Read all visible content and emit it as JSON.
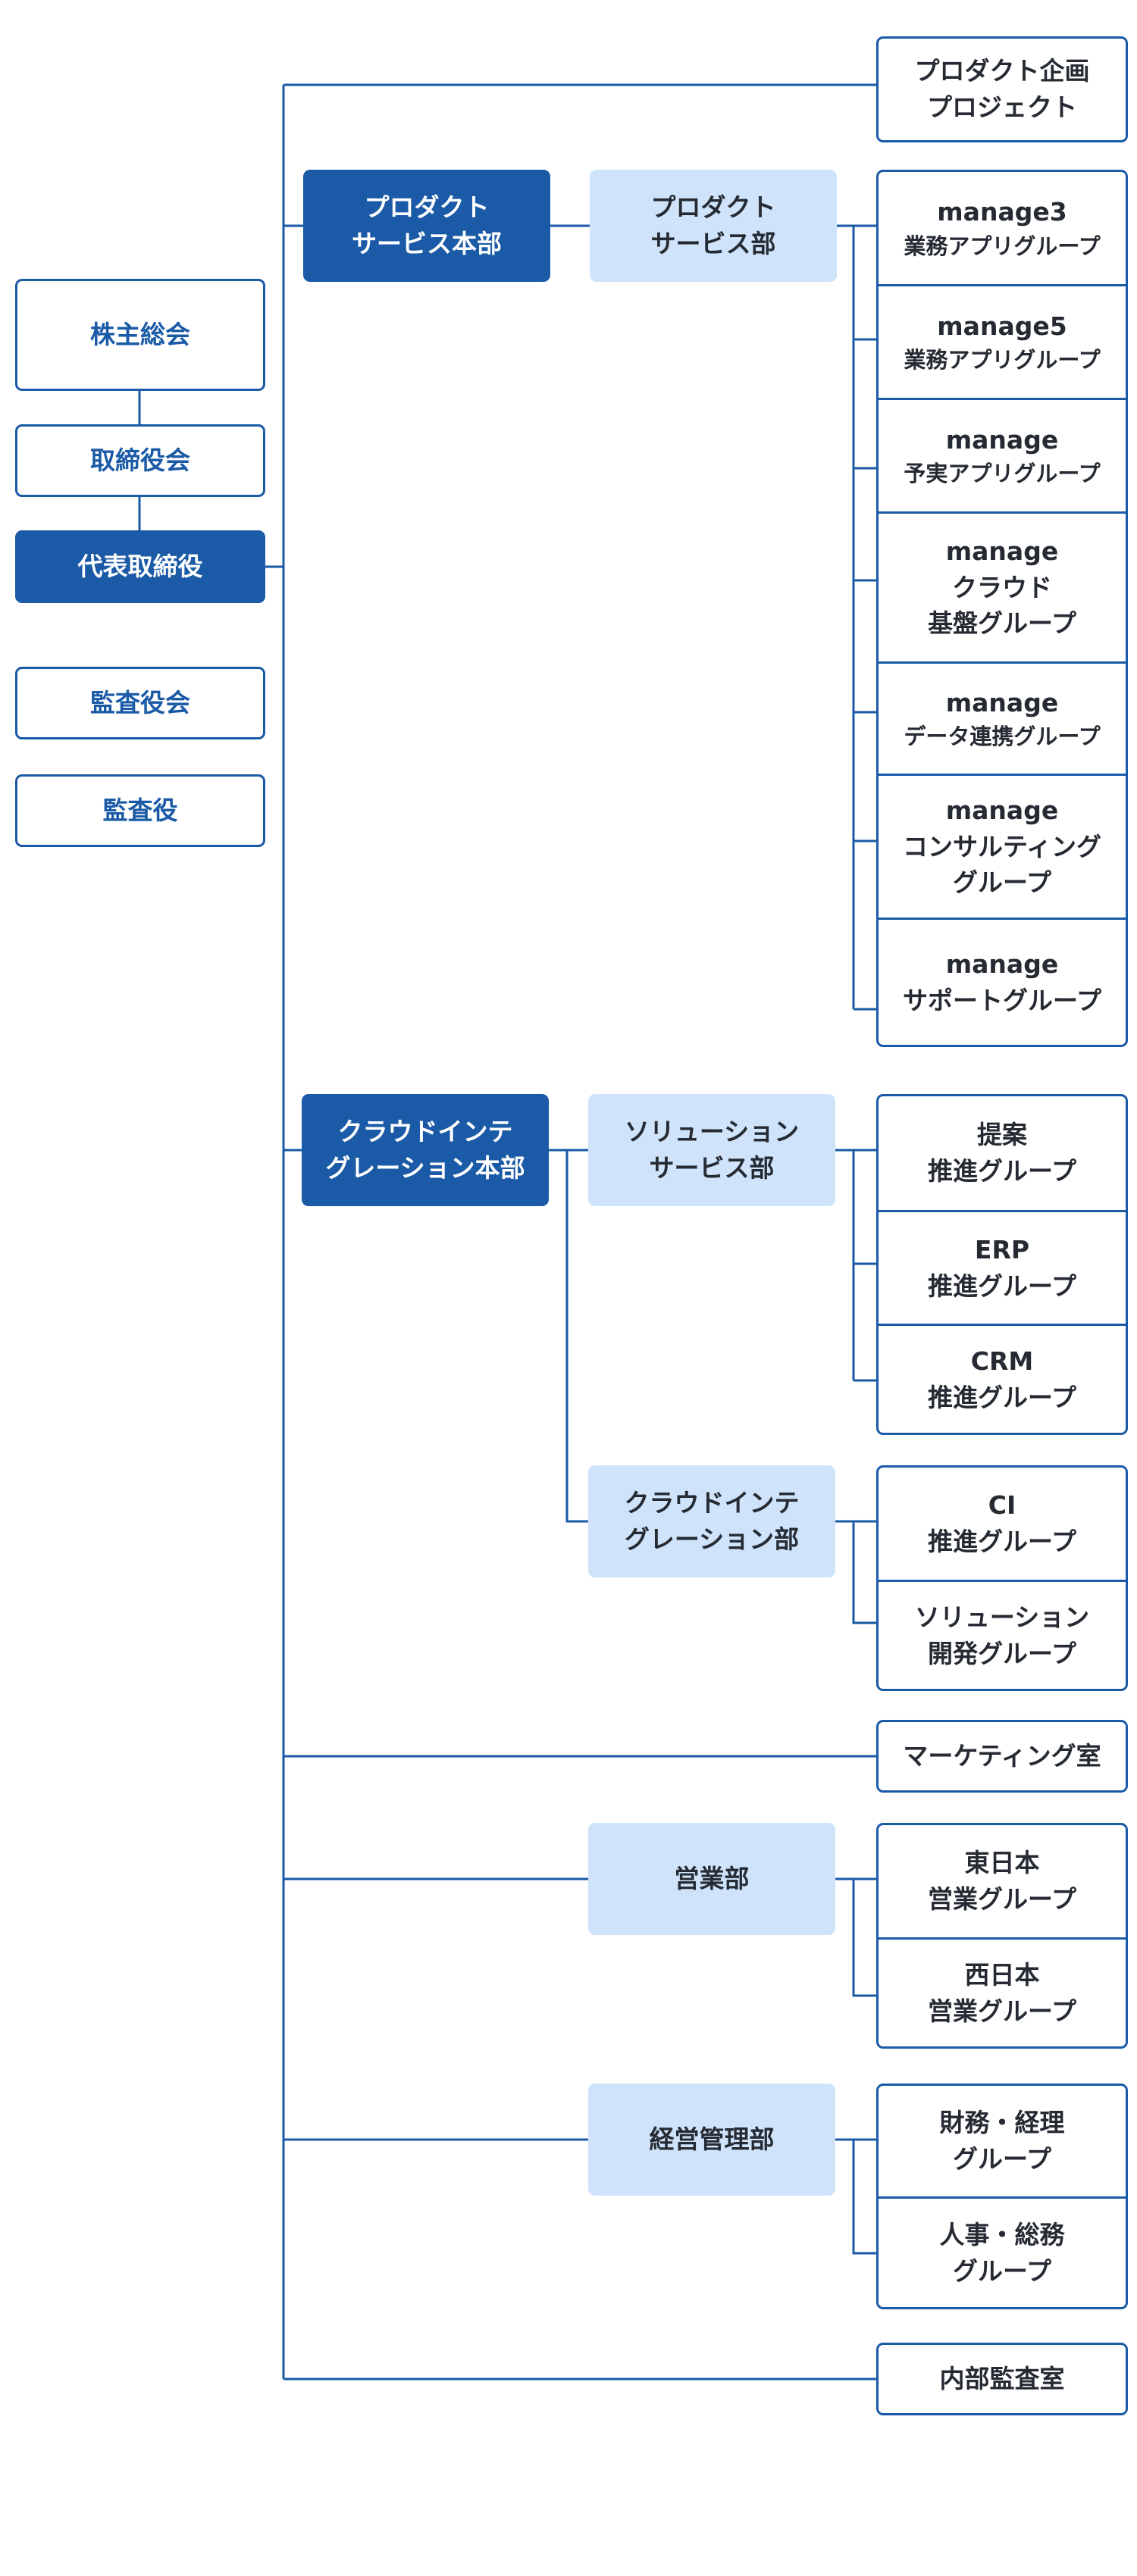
{
  "left": {
    "shareholders": "株主総会",
    "board": "取締役会",
    "ceo": "代表取締役",
    "audit_board": "監査役会",
    "auditor": "監査役"
  },
  "top_office": [
    "プロダクト企画",
    "プロジェクト"
  ],
  "product_division": {
    "hq": [
      "プロダクト",
      "サービス本部"
    ],
    "dept": [
      "プロダクト",
      "サービス部"
    ],
    "groups": [
      {
        "main": "manage3",
        "sub": "業務アプリグループ"
      },
      {
        "main": "manage5",
        "sub": "業務アプリグループ"
      },
      {
        "main": "manage",
        "sub": "予実アプリグループ"
      },
      {
        "main": "manage",
        "lines": [
          "クラウド",
          "基盤グループ"
        ]
      },
      {
        "main": "manage",
        "sub": "データ連携グループ"
      },
      {
        "main": "manage",
        "lines": [
          "コンサルティング",
          "グループ"
        ]
      },
      {
        "main": "manage",
        "lines": [
          "サポートグループ"
        ]
      }
    ]
  },
  "cloud_division": {
    "hq": [
      "クラウドインテ",
      "グレーション本部"
    ],
    "solution_dept": [
      "ソリューション",
      "サービス部"
    ],
    "solution_groups": [
      {
        "lines": [
          "提案",
          "推進グループ"
        ]
      },
      {
        "lines": [
          "ERP",
          "推進グループ"
        ]
      },
      {
        "lines": [
          "CRM",
          "推進グループ"
        ]
      }
    ],
    "ci_dept": [
      "クラウドインテ",
      "グレーション部"
    ],
    "ci_groups": [
      {
        "lines": [
          "CI",
          "推進グループ"
        ]
      },
      {
        "lines": [
          "ソリューション",
          "開発グループ"
        ]
      }
    ]
  },
  "marketing": "マーケティング室",
  "sales": {
    "dept": "営業部",
    "groups": [
      {
        "lines": [
          "東日本",
          "営業グループ"
        ]
      },
      {
        "lines": [
          "西日本",
          "営業グループ"
        ]
      }
    ]
  },
  "management": {
    "dept": "経営管理部",
    "groups": [
      {
        "lines": [
          "財務・経理",
          "グループ"
        ]
      },
      {
        "lines": [
          "人事・総務",
          "グループ"
        ]
      }
    ]
  },
  "internal_audit": "内部監査室",
  "colors": {
    "primary": "#1a5aa6",
    "dept_fill": "#cfe4fb",
    "text_dark": "#262b33",
    "line": "#1a5aa6"
  }
}
